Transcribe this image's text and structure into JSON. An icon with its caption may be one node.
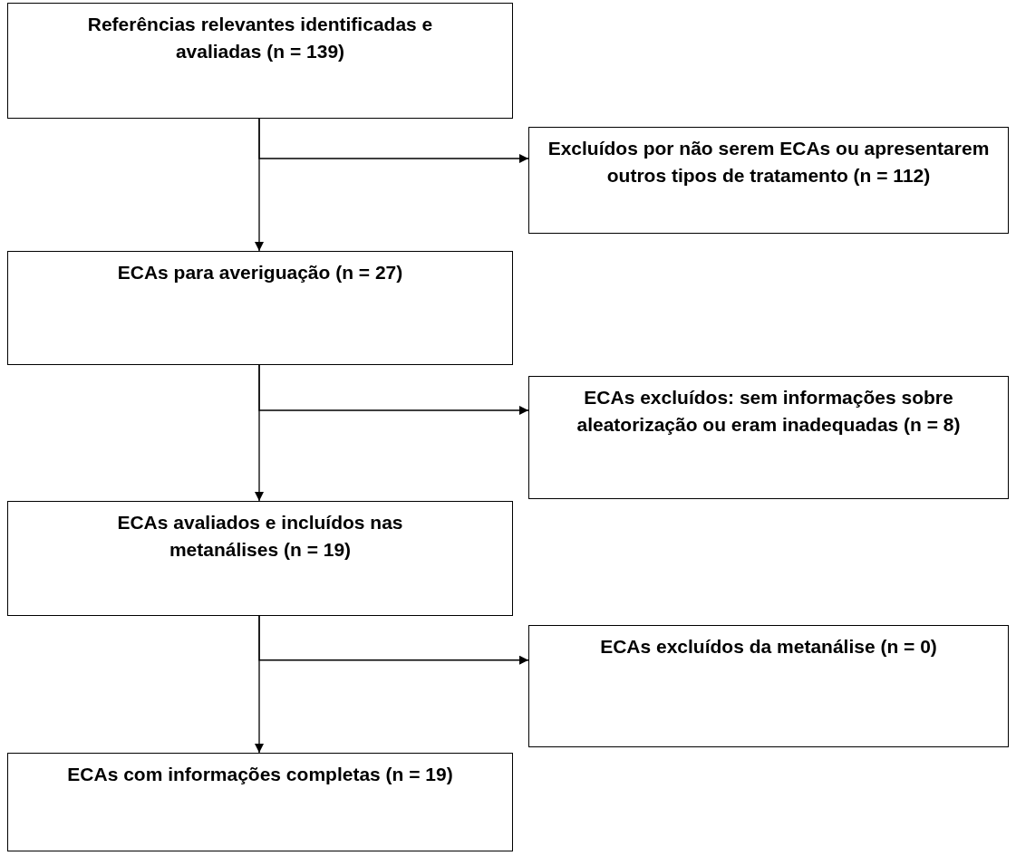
{
  "diagram": {
    "nodes": [
      {
        "text": [
          "Referências relevantes identificadas e avaliadas (n = 139)"
        ]
      },
      {
        "text": [
          "Excluídos por não serem ECAs ou apresentarem outros tipos de tratamento (n = 112)"
        ]
      },
      {
        "text": [
          "ECAs para averiguação (n = 27)"
        ]
      },
      {
        "text": [
          "ECAs excluídos: sem informações sobre aleatorização ou eram inadequadas (n = 8)"
        ]
      },
      {
        "text": [
          "ECAs avaliados e incluídos nas metanálises (n = 19)"
        ]
      },
      {
        "text": [
          "ECAs excluídos da metanálise (n = 0)"
        ]
      },
      {
        "text": [
          "ECAs com informações completas (n = 19)"
        ]
      }
    ],
    "edges": [
      {
        "from": 0,
        "to": 2,
        "arrow": "to"
      },
      {
        "from": 0,
        "to": 1,
        "arrow": "to"
      },
      {
        "from": 2,
        "to": 4,
        "arrow": "to"
      },
      {
        "from": 2,
        "to": 3,
        "arrow": "to"
      },
      {
        "from": 4,
        "to": 6,
        "arrow": "to"
      },
      {
        "from": 4,
        "to": 5,
        "arrow": "to"
      }
    ]
  }
}
